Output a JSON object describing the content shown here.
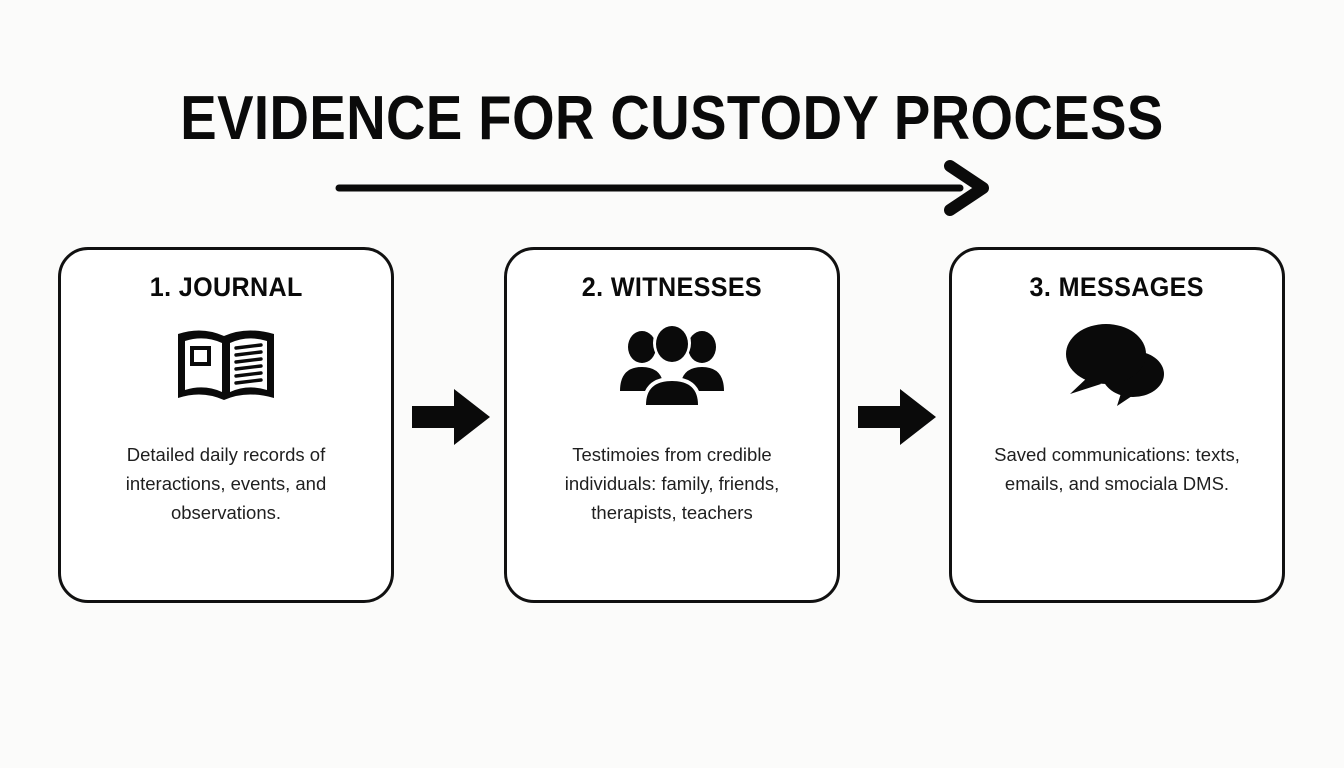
{
  "page": {
    "title": "EVIDENCE FOR CUSTODY PROCESS",
    "background_color": "#fbfbfa",
    "ink_color": "#0a0a0a",
    "body_text_color": "#1f1f1f",
    "card_border_color": "#111111",
    "card_fill_color": "#ffffff"
  },
  "top_arrow": {
    "icon": "long-right-arrow-icon",
    "direction": "right"
  },
  "steps": [
    {
      "heading": "1. JOURNAL",
      "number": "1.",
      "name": "JOURNAL",
      "icon": "open-book-icon",
      "body": "Detailed daily records of interactions, events, and observations."
    },
    {
      "heading": "2. WITNESSES",
      "number": "2.",
      "name": "WITNESSES",
      "icon": "people-group-icon",
      "body": "Testimoies from credible individuals: family, friends, therapists, teachers"
    },
    {
      "heading": "3. MESSAGES",
      "number": "3.",
      "name": "MESSAGES",
      "icon": "speech-bubbles-icon",
      "body": "Saved communications: texts, emails, and smociala DMS."
    }
  ],
  "connectors": [
    {
      "icon": "block-right-arrow-icon",
      "direction": "right"
    },
    {
      "icon": "block-right-arrow-icon",
      "direction": "right"
    }
  ]
}
